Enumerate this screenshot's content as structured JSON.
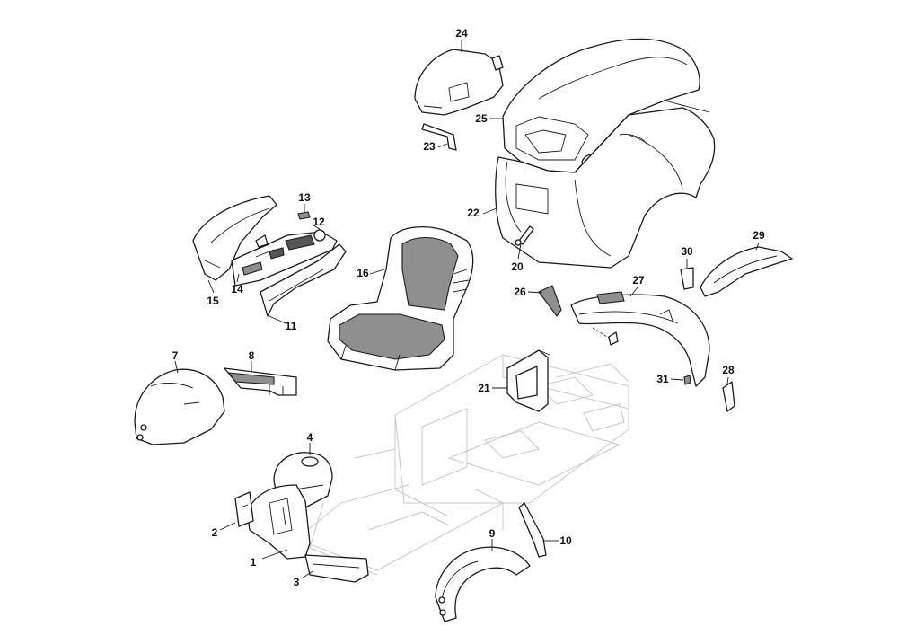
{
  "callouts": {
    "c1": "1",
    "c2": "2",
    "c3": "3",
    "c4": "4",
    "c7": "7",
    "c8": "8",
    "c9": "9",
    "c10": "10",
    "c11": "11",
    "c12": "12",
    "c13": "13",
    "c14": "14",
    "c15": "15",
    "c16": "16",
    "c20": "20",
    "c21": "21",
    "c22": "22",
    "c23": "23",
    "c24": "24",
    "c25": "25",
    "c26": "26",
    "c27": "27",
    "c28": "28",
    "c29": "29",
    "c30": "30",
    "c31": "31"
  },
  "colors": {
    "line": "#1a1a1a",
    "ghost_frame": "#c8c8c8",
    "shade": "#8f8f8f",
    "background": "#ffffff"
  }
}
